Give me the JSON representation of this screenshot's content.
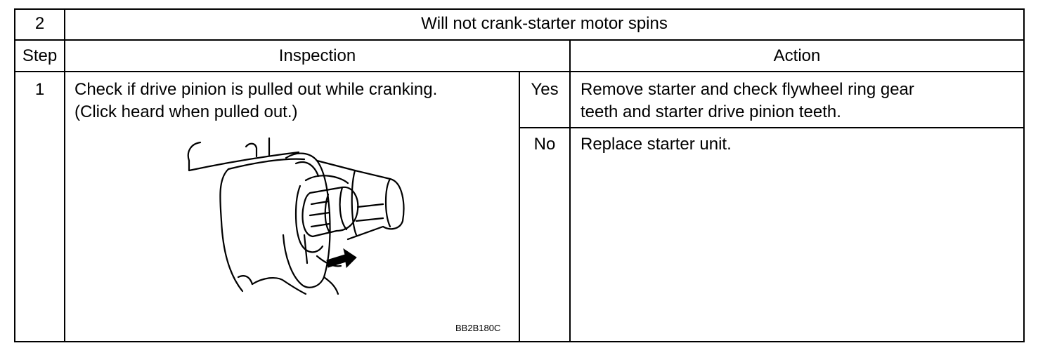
{
  "header": {
    "number": "2",
    "title": "Will not crank-starter motor spins"
  },
  "columns": {
    "step": "Step",
    "inspection": "Inspection",
    "action": "Action"
  },
  "row": {
    "step": "1",
    "inspection_lines": [
      "Check if drive pinion is pulled out while cranking.",
      "(Click heard when pulled out.)"
    ],
    "yes_label": "Yes",
    "yes_action_lines": [
      "Remove starter and check flywheel ring gear",
      "teeth and starter drive pinion teeth."
    ],
    "no_label": "No",
    "no_action": "Replace starter unit."
  },
  "figure": {
    "icon": "starter-drive-pinion-illustration",
    "code": "BB2B180C"
  }
}
